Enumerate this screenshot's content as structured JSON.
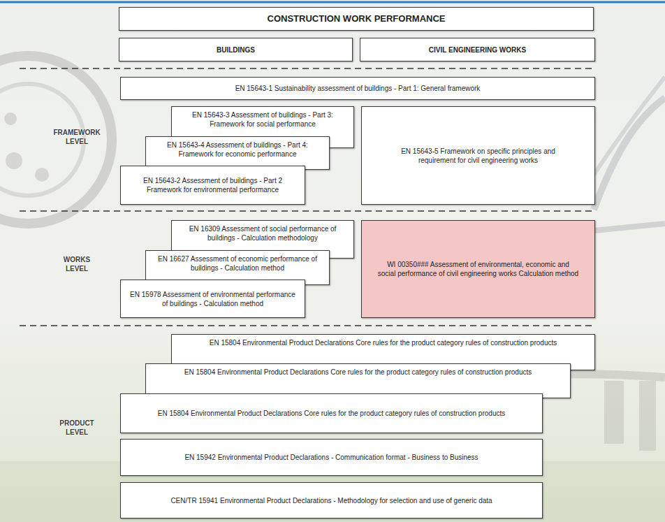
{
  "diagram": {
    "nodes": [
      {
        "text": [
          "CONSTRUCTION WORK PERFORMANCE"
        ]
      },
      {
        "text": [
          "BUILDINGS"
        ]
      },
      {
        "text": [
          "CIVIL ENGINEERING WORKS"
        ]
      },
      {
        "text": [
          "EN 15643-1 Sustainability assessment of buildings - Part 1: General framework"
        ]
      },
      {
        "text": [
          "EN 15643-3 Assessment of buildings - Part 3: Framework for social performance"
        ]
      },
      {
        "text": [
          "EN 15643-4 Assessment of buildings - Part 4: Framework for economic performance"
        ]
      },
      {
        "text": [
          "EN 15643-2 Assessment of buildings - Part 2 Framework for environmental performance"
        ]
      },
      {
        "text": [
          "EN 15643-5 Framework on specific principles and requirement for civil engineering works"
        ]
      },
      {
        "text": [
          "EN 16309 Assessment of social performance of buildings - Calculation methodology"
        ]
      },
      {
        "text": [
          "EN 16627 Assessment of economic performance of buildings - Calculation method"
        ]
      },
      {
        "text": [
          "EN 15978 Assessment of environmental performance of buildings - Calculation method"
        ]
      },
      {
        "text": [
          "WI 00350### Assessment of environmental, economic and social performance of civil engineering works Calculation method"
        ]
      },
      {
        "text": [
          "EN 15804 Environmental Product Declarations Core rules for the product category rules of construction products"
        ]
      },
      {
        "text": [
          "EN 15804 Environmental Product Declarations Core rules for the product category rules of construction products"
        ]
      },
      {
        "text": [
          "EN 15804 Environmental Product Declarations Core rules for the product category rules of construction products"
        ]
      },
      {
        "text": [
          "EN 15942 Environmental Product Declarations - Communication format - Business to Business"
        ]
      },
      {
        "text": [
          "CEN/TR 15941 Environmental Product Declarations - Methodology for selection and use of generic data"
        ]
      }
    ],
    "labels": [
      "FRAMEWORK LEVEL",
      "WORKS LEVEL",
      "PRODUCT LEVEL"
    ]
  }
}
